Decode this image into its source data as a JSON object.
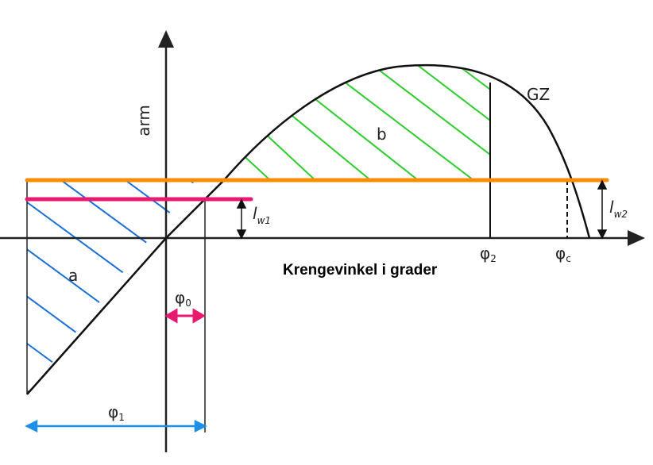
{
  "labels": {
    "y_axis": "arm",
    "x_axis": "Krengevinkel i grader",
    "curve": "GZ",
    "area_a": "a",
    "area_b": "b",
    "lw1": {
      "main": "l",
      "sub": "w1"
    },
    "lw2": {
      "main": "l",
      "sub": "w2"
    },
    "phi0": {
      "main": "φ",
      "sub": "0"
    },
    "phi1": {
      "main": "φ",
      "sub": "1"
    },
    "phi2": {
      "main": "φ",
      "sub": "2"
    },
    "phic": {
      "main": "φ",
      "sub": "c"
    }
  },
  "colors": {
    "axis": "#222222",
    "curve": "#111111",
    "orange_line": "#ff8c00",
    "pink_line": "#e8196e",
    "blue_hatch": "#1a6fd8",
    "green_hatch": "#2ecc2e",
    "phi1_arrow": "#1e8fe6",
    "phi0_arrow": "#e8196e"
  }
}
